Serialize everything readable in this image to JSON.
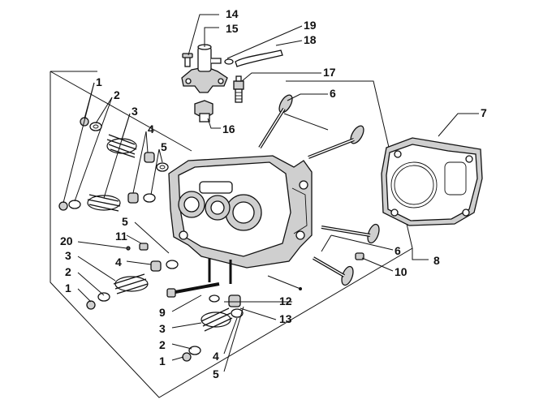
{
  "callouts": [
    {
      "id": "c1a",
      "text": "1"
    },
    {
      "id": "c2a",
      "text": "2"
    },
    {
      "id": "c3a",
      "text": "3"
    },
    {
      "id": "c4a",
      "text": "4"
    },
    {
      "id": "c5a",
      "text": "5"
    },
    {
      "id": "c14",
      "text": "14"
    },
    {
      "id": "c15",
      "text": "15"
    },
    {
      "id": "c19",
      "text": "19"
    },
    {
      "id": "c18",
      "text": "18"
    },
    {
      "id": "c17",
      "text": "17"
    },
    {
      "id": "c6a",
      "text": "6"
    },
    {
      "id": "c16",
      "text": "16"
    },
    {
      "id": "c7",
      "text": "7"
    },
    {
      "id": "c5b",
      "text": "5"
    },
    {
      "id": "c11",
      "text": "11"
    },
    {
      "id": "c20",
      "text": "20"
    },
    {
      "id": "c4b",
      "text": "4"
    },
    {
      "id": "c3b",
      "text": "3"
    },
    {
      "id": "c2b",
      "text": "2"
    },
    {
      "id": "c1b",
      "text": "1"
    },
    {
      "id": "c6b",
      "text": "6"
    },
    {
      "id": "c10",
      "text": "10"
    },
    {
      "id": "c8",
      "text": "8"
    },
    {
      "id": "c9",
      "text": "9"
    },
    {
      "id": "c12",
      "text": "12"
    },
    {
      "id": "c13",
      "text": "13"
    },
    {
      "id": "c3c",
      "text": "3"
    },
    {
      "id": "c2c",
      "text": "2"
    },
    {
      "id": "c1c",
      "text": "1"
    },
    {
      "id": "c4c",
      "text": "4"
    },
    {
      "id": "c5c",
      "text": "5"
    }
  ]
}
